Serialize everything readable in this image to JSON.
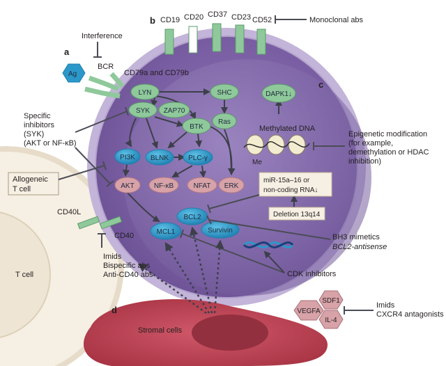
{
  "panels": {
    "a": "a",
    "b": "b",
    "c": "c",
    "d": "d"
  },
  "receptors": {
    "cd19": "CD19",
    "cd20": "CD20",
    "cd37": "CD37",
    "cd23": "CD23",
    "cd52": "CD52",
    "bcr": "BCR",
    "cd79": "CD79a and CD79b",
    "ag": "Ag"
  },
  "nodes": {
    "lyn": "LYN",
    "syk": "SYK",
    "zap70": "ZAP70",
    "btk": "BTK",
    "shc": "SHC",
    "ras": "Ras",
    "pi3k": "PI3K",
    "blnk": "BLNK",
    "plc": "PLC-γ",
    "akt": "AKT",
    "nfkb": "NF-κB",
    "nfat": "NFAT",
    "erk": "ERK",
    "bcl2": "BCL2",
    "mcl1": "MCL1",
    "survivin": "Survivin",
    "dapk": "DAPK1↓"
  },
  "cell_text": {
    "methylated_dna": "Methylated DNA",
    "me": "Me",
    "mirna_line1": "miR-15a–16 or",
    "mirna_line2": "non-coding RNA↓",
    "deletion": "Deletion 13q14"
  },
  "annotations": {
    "monoclonal": "Monoclonal abs",
    "interference": "Interference",
    "specific_l1": "Specific",
    "specific_l2": "inhibitors",
    "specific_l3": "(SYK)",
    "specific_l4": "(AKT or NF-κB)",
    "allogeneic_l1": "Allogeneic",
    "allogeneic_l2": "T cell",
    "cd40l": "CD40L",
    "cd40": "CD40",
    "tcell": "T cell",
    "imids1": "Imids",
    "bispecific": "Bispecific abs",
    "anticd40": "Anti-CD40 abs",
    "epi_l1": "Epigenetic modification",
    "epi_l2": "(for example,",
    "epi_l3": "demethylation or HDAC",
    "epi_l4": "inhibition)",
    "bh3": "BH3 mimetics",
    "bcl2_antisense": "BCL2-antisense",
    "cdk": "CDK inhibitors",
    "stromal": "Stromal cells",
    "imids2": "Imids",
    "cxcr4": "CXCR4 antagonists"
  },
  "cytokines": {
    "vegfa": "VEGFA",
    "sdf1": "SDF1",
    "il4": "IL-4"
  },
  "colors": {
    "membrane": "#b9a9cf",
    "cytoplasm": "#7d62a6",
    "green_node": "#8fc99b",
    "blue_node": "#2b98c9",
    "pink_node": "#d7a2a8",
    "tcell": "#f3eadc",
    "stroma": "#b8404f"
  }
}
